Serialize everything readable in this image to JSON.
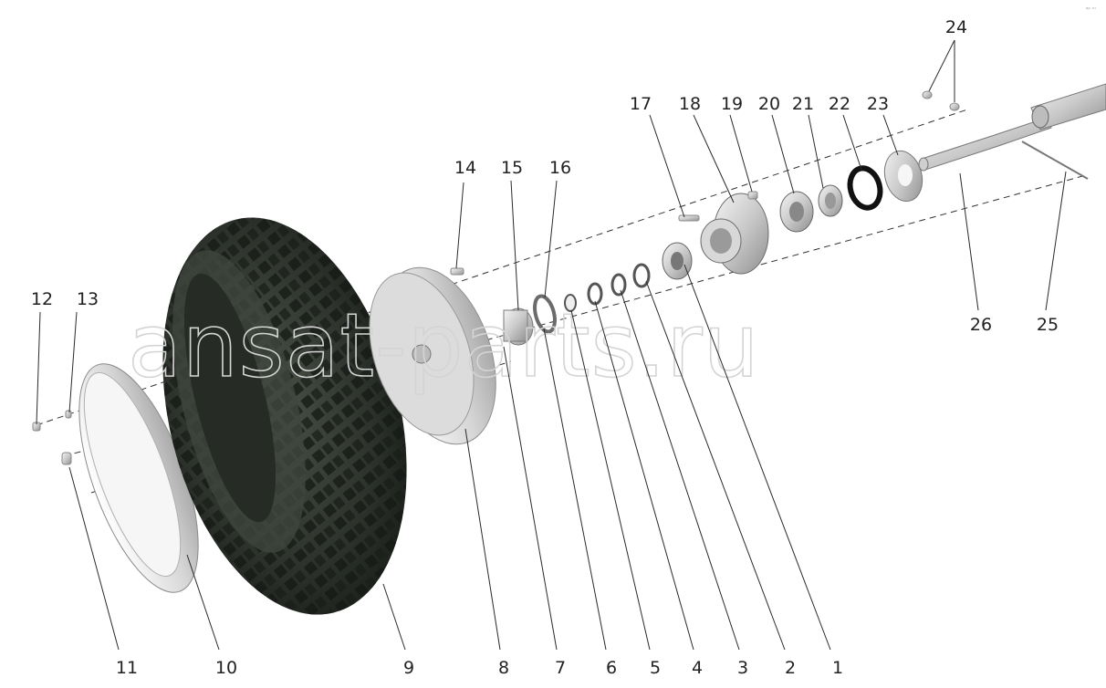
{
  "watermark": "ansat-parts.ru",
  "corner_mark": "ᵃᵖ ʳᵘ",
  "callouts": [
    "1",
    "2",
    "3",
    "4",
    "5",
    "6",
    "7",
    "8",
    "9",
    "10",
    "11",
    "12",
    "13",
    "14",
    "15",
    "16",
    "17",
    "18",
    "19",
    "20",
    "21",
    "22",
    "23",
    "24",
    "25",
    "26"
  ]
}
